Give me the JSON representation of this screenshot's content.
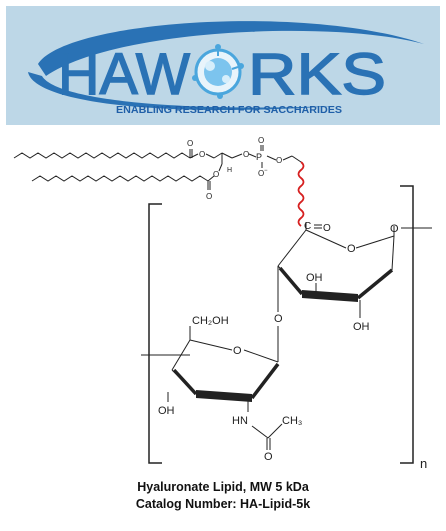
{
  "banner": {
    "brand_left": "HAW",
    "brand_right": "RKS",
    "tagline": "ENABLING RESEARCH FOR SACCHARIDES",
    "background_color": "#bdd7e7",
    "brand_color": "#2a72b5",
    "tagline_color": "#1f5fa8"
  },
  "structure": {
    "phosphorus": "P",
    "phosphate_oxygens": [
      "O",
      "O",
      "O",
      "O"
    ],
    "ester_labels": [
      "O",
      "O",
      "O",
      "O"
    ],
    "glycerol_h": "H",
    "carbonyl_o": "O",
    "ring_o_top": "O",
    "ring_o_bottom": "O",
    "glycosidic_o_right": "O",
    "glycosidic_o_middle": "O",
    "oh_labels": [
      "OH",
      "OH",
      "OH"
    ],
    "ch2oh": "CH₂OH",
    "hn": "HN",
    "ch3": "CH₃",
    "amide_o": "O",
    "repeat_subscript": "n",
    "linker_color": "#d62020"
  },
  "caption": {
    "line1": "Hyaluronate Lipid, MW 5 kDa",
    "line2": "Catalog Number: HA-Lipid-5k"
  }
}
